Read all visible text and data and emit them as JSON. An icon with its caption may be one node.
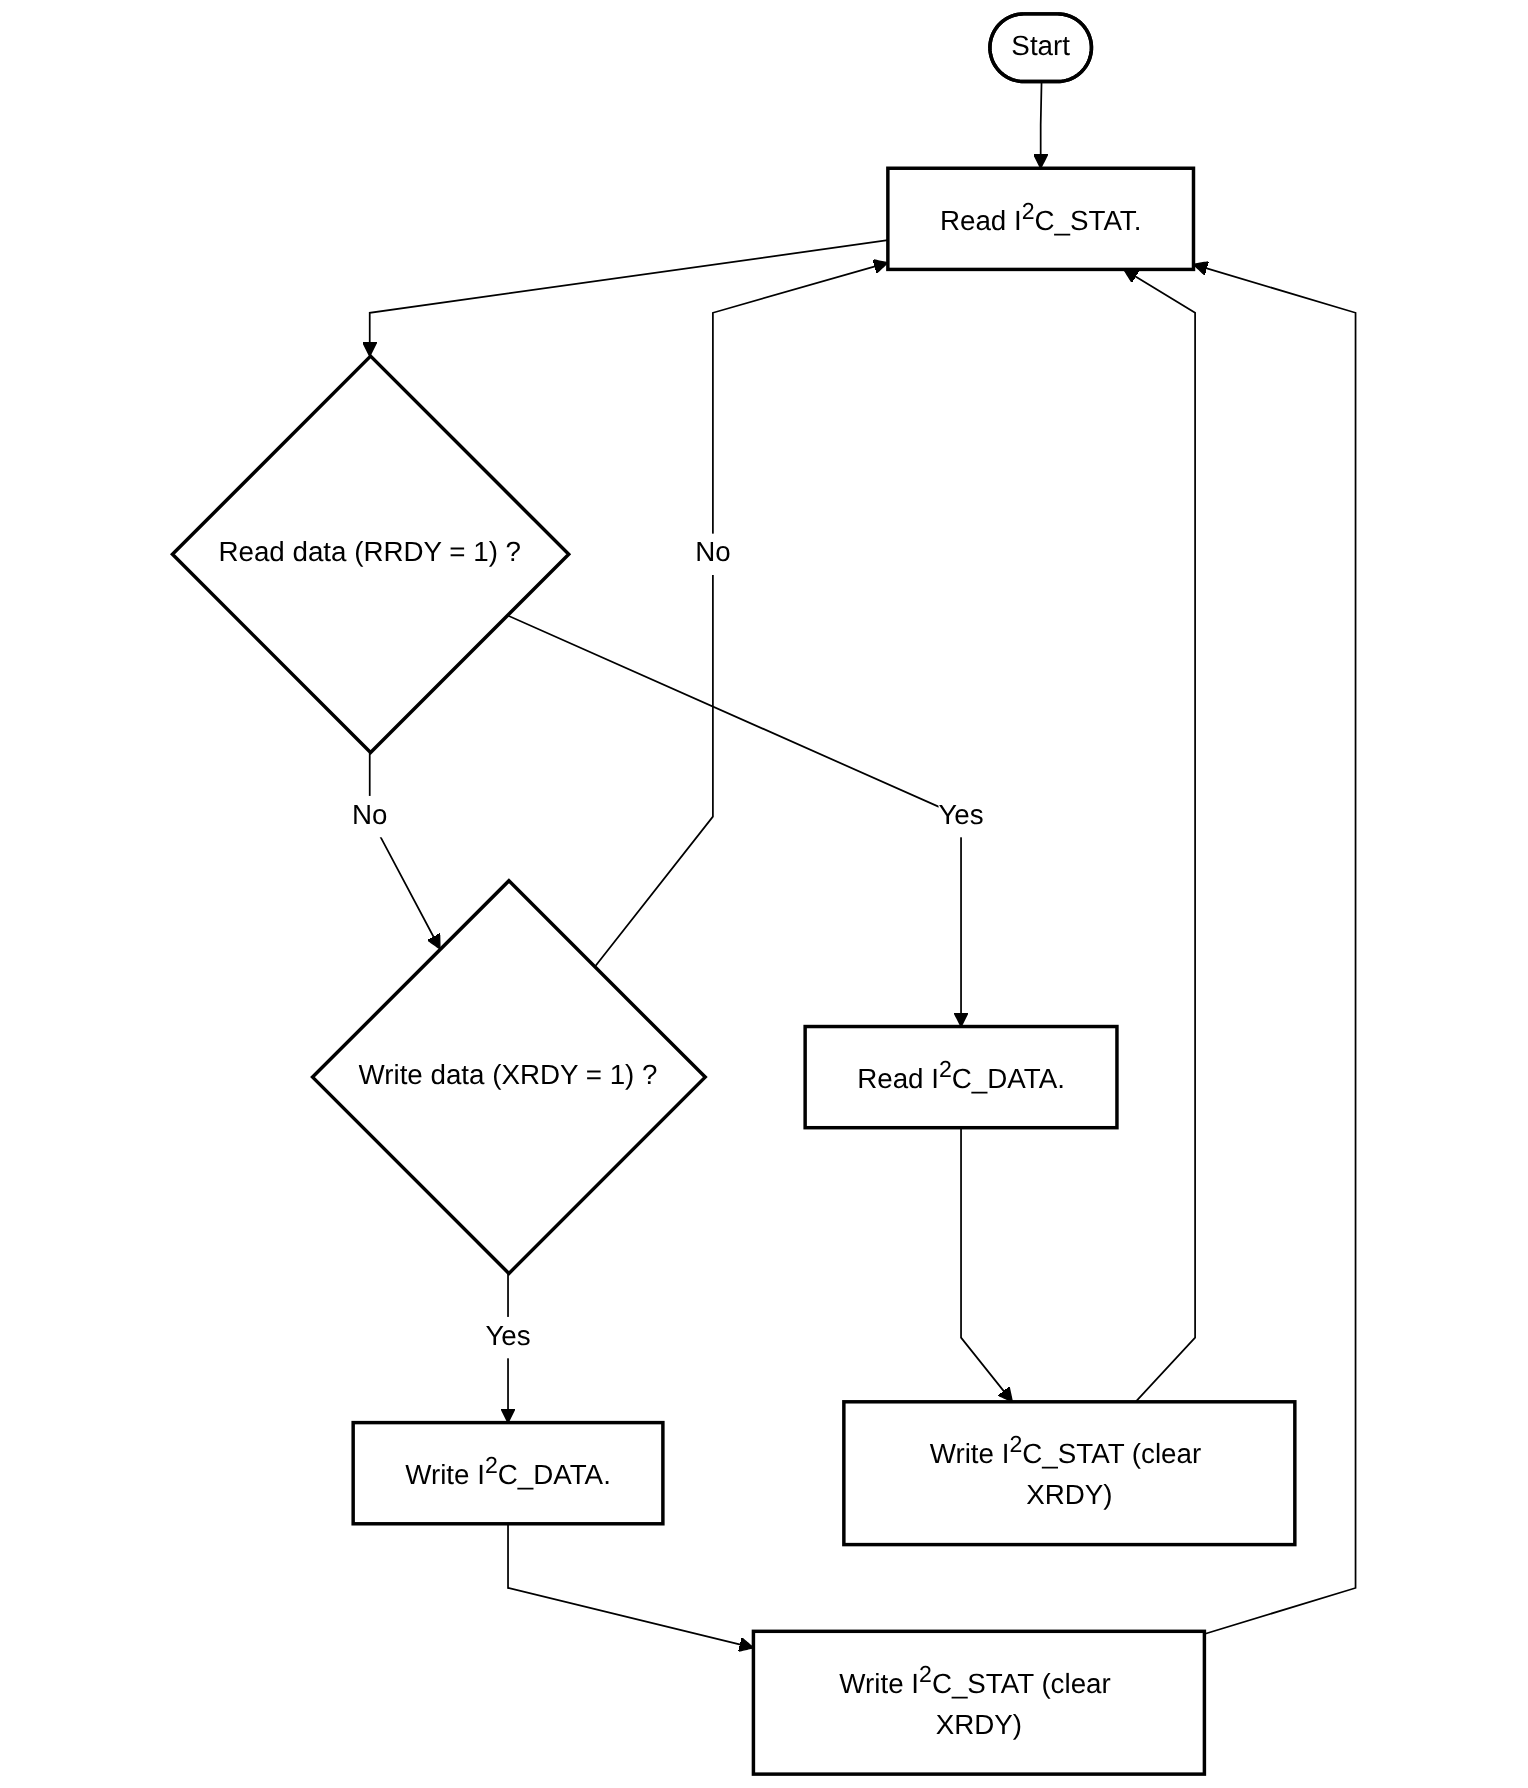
{
  "diagram": {
    "nodes": [
      {
        "text": [
          "Start"
        ]
      },
      {
        "text": [
          "Read I$^{2}$C_STAT."
        ]
      },
      {
        "text": [
          "Write data (XRDY = 1) ?"
        ]
      },
      {
        "text": [
          "Read data (RRDY = 1) ?"
        ]
      },
      {
        "text": [
          "Write I$^{2}$C_DATA."
        ]
      },
      {
        "text": [
          "Read I$^{2}$C_DATA."
        ]
      },
      {
        "text": [
          "Write I$^{2}$C_STAT (clear XRDY)"
        ]
      },
      {
        "text": [
          "Write I$^{2}$C_STAT (clear XRDY)"
        ]
      }
    ],
    "edges": [
      {
        "from": 0,
        "to": 1,
        "arrow": "to"
      },
      {
        "from": 1,
        "to": 3,
        "arrow": "to"
      },
      {
        "from": 3,
        "to": 2,
        "arrow": "to",
        "label": "No"
      },
      {
        "from": 2,
        "to": 1,
        "arrow": "to",
        "label": "No"
      },
      {
        "from": 3,
        "to": 5,
        "arrow": "to",
        "label": "Yes"
      },
      {
        "from": 2,
        "to": 4,
        "arrow": "to",
        "label": "Yes"
      },
      {
        "from": 4,
        "to": 6,
        "arrow": "to"
      },
      {
        "from": 5,
        "to": 7,
        "arrow": "to"
      },
      {
        "from": 6,
        "to": 1,
        "arrow": "to"
      },
      {
        "from": 7,
        "to": 1,
        "arrow": "to"
      }
    ]
  }
}
